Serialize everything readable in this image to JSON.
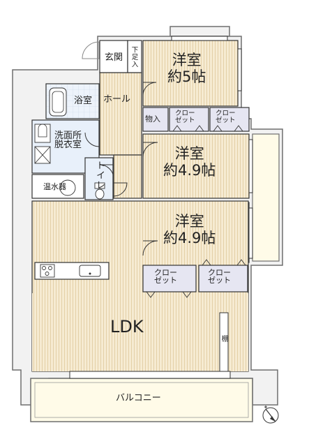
{
  "rooms": {
    "entrance": "玄関",
    "shoe_closet": "下足入",
    "hall": "ホール",
    "bathroom": "浴室",
    "washroom_line1": "洗面所",
    "washroom_line2": "脱衣室",
    "water_heater": "温水器",
    "toilet": "トイレ",
    "storage": "物入",
    "closet_line1": "クロー",
    "closet_line2": "ゼット",
    "western_room_label": "洋室",
    "room1_size": "約5帖",
    "room2_size": "約4.9帖",
    "room3_size": "約4.9帖",
    "ldk": "LDK",
    "shelf": "棚",
    "balcony": "バルコニー"
  },
  "colors": {
    "wall": "#6e6e6e",
    "wood_floor": "#f6ebd2",
    "wood_line": "#e3cfa6",
    "closet_fill": "#e6e6f2",
    "wet_area": "#e8f0fa",
    "balcony_fill": "#fffbe8",
    "line": "#333333"
  },
  "icons": {
    "compass": "north-arrow-icon",
    "stove": "stove-burner-icon",
    "sink": "kitchen-sink-icon",
    "bathtub": "bathtub-icon",
    "toilet": "toilet-icon",
    "washing_machine": "washing-machine-icon",
    "water_heater": "water-heater-icon"
  }
}
